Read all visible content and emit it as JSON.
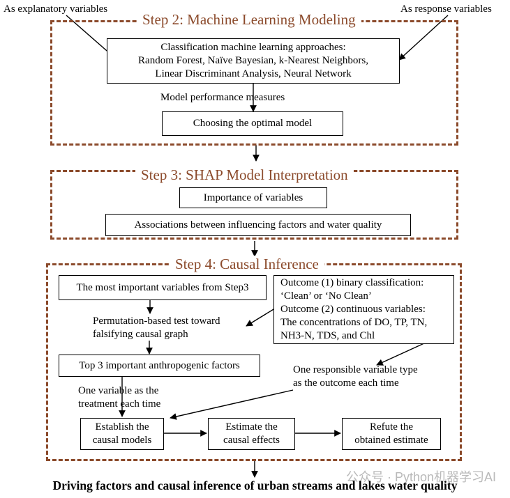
{
  "labels": {
    "explanatory": "As explanatory variables",
    "response": "As response variables",
    "model_perf": "Model performance measures",
    "permutation": [
      "Permutation-based test toward",
      "falsifying causal graph"
    ],
    "one_variable": [
      "One variable as the",
      "treatment each time"
    ],
    "one_responsible": [
      "One responsible variable type",
      "as the outcome each time"
    ]
  },
  "step2": {
    "title": "Step 2: Machine Learning Modeling",
    "classification": [
      "Classification machine learning approaches:",
      "Random Forest, Naïve Bayesian, k-Nearest Neighbors,",
      "Linear Discriminant Analysis, Neural Network"
    ],
    "optimal": "Choosing the optimal model"
  },
  "step3": {
    "title": "Step 3: SHAP Model Interpretation",
    "importance": "Importance of variables",
    "associations": "Associations between influencing factors and water quality"
  },
  "step4": {
    "title": "Step 4: Causal Inference",
    "important_vars": "The most important variables from Step3",
    "outcome": [
      "Outcome (1) binary classification:",
      "‘Clean’ or ‘No Clean’",
      "Outcome (2) continuous variables:",
      "The concentrations of DO, TP, TN,",
      "NH3-N, TDS, and Chl"
    ],
    "top3": "Top 3 important anthropogenic factors",
    "establish": [
      "Establish the",
      "causal models"
    ],
    "estimate": [
      "Estimate the",
      "causal effects"
    ],
    "refute": [
      "Refute the",
      "obtained estimate"
    ]
  },
  "footer": "Driving factors and causal inference of urban streams and lakes water quality",
  "watermark": "公众号 · Python机器学习AI",
  "colors": {
    "frame": "#8b4a2b",
    "title": "#8b4a2b",
    "line": "#000000",
    "watermark": "#b9b9b9"
  }
}
